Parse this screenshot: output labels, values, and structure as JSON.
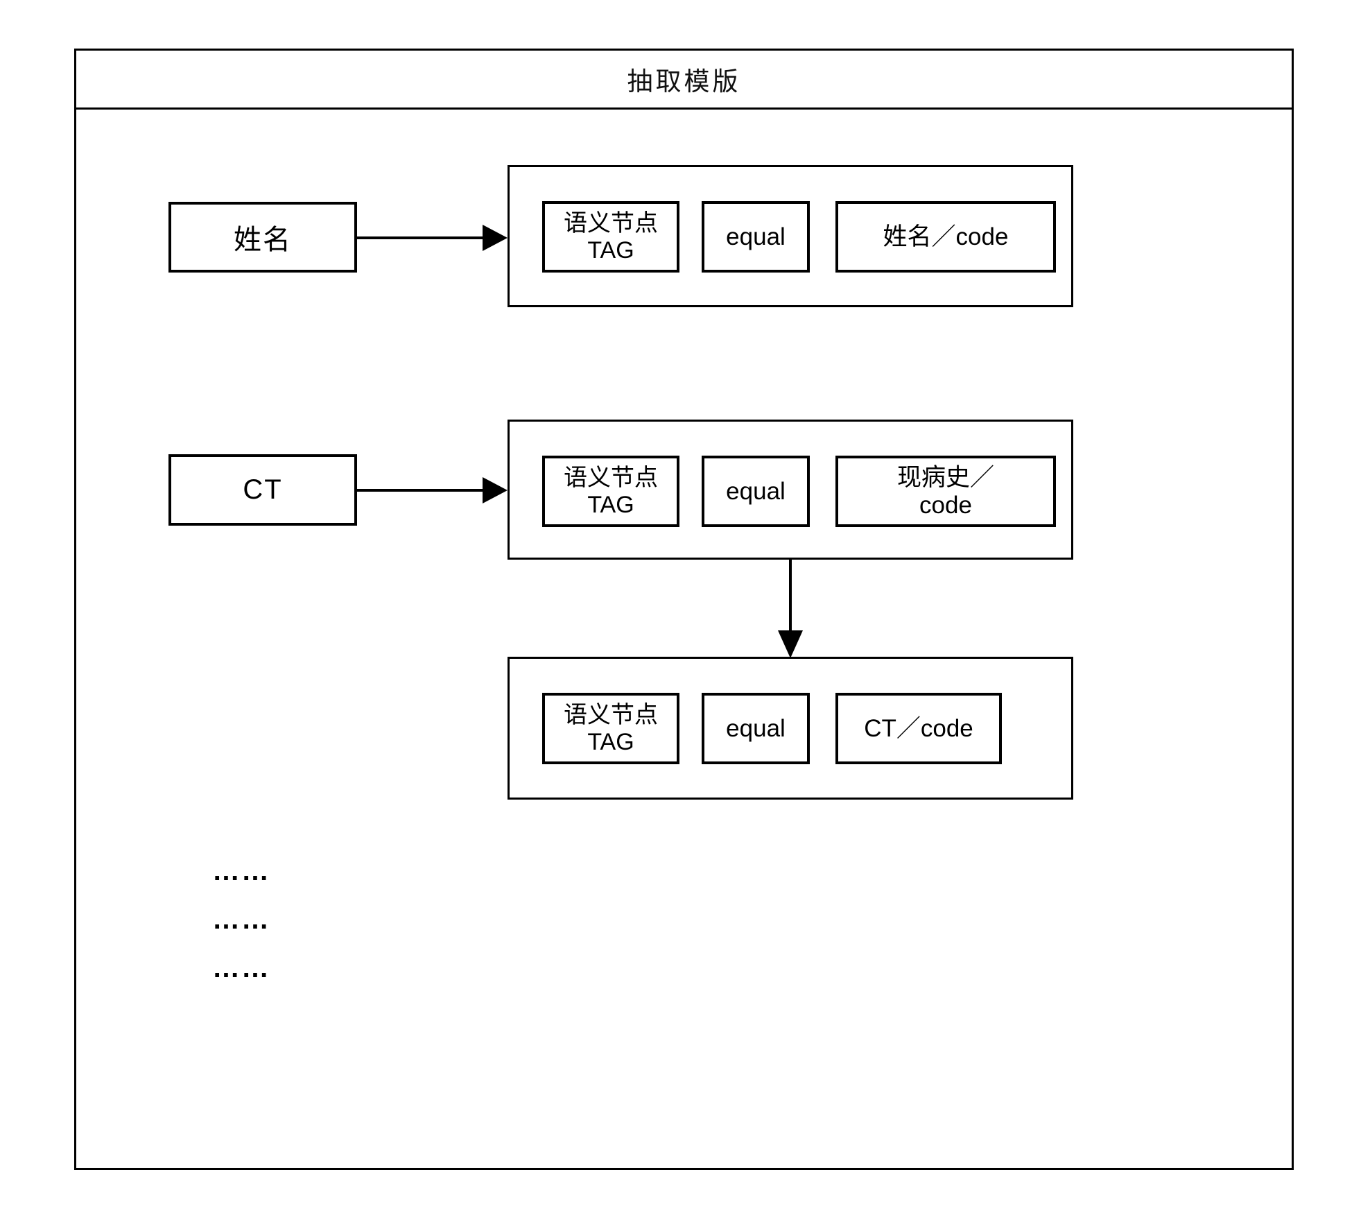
{
  "title": "抽取模版",
  "sources": [
    {
      "label": "姓名"
    },
    {
      "label": "CT"
    }
  ],
  "groups": [
    {
      "tag": [
        "语义节点",
        "TAG"
      ],
      "op": "equal",
      "value": [
        "姓名／code"
      ]
    },
    {
      "tag": [
        "语义节点",
        "TAG"
      ],
      "op": "equal",
      "value": [
        "现病史／",
        "code"
      ]
    },
    {
      "tag": [
        "语义节点",
        "TAG"
      ],
      "op": "equal",
      "value": [
        "CT／code"
      ]
    }
  ],
  "ellipsis": [
    "……",
    "……",
    "……"
  ]
}
